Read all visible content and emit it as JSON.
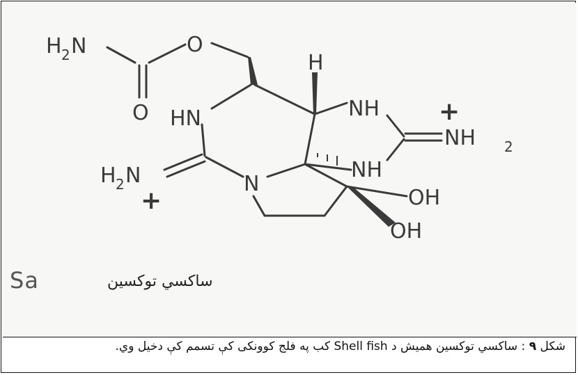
{
  "figure": {
    "atoms": {
      "h2n_left": "H",
      "h2n_left_sub": "2",
      "h2n_left_n": "N",
      "o_ester": "O",
      "o_carbonyl": "O",
      "h_top": "H",
      "nh_upper": "NH",
      "hn_left": "HN",
      "nh2_right_n": "NH",
      "nh2_right_sub": "2",
      "h2n_bottom": "H",
      "h2n_bottom_sub": "2",
      "h2n_bottom_n": "N",
      "n_ring": "N",
      "nh_lower": "NH",
      "oh_right": "OH",
      "oh_bottom": "OH",
      "plus_right": "+",
      "plus_left": "+"
    },
    "label_latin": "Sa",
    "label_pashto": "ساکسي توکسين"
  },
  "caption": {
    "prefix": "شکل",
    "number": "۹",
    "text": ": ساکسي توکسين هميش د Shell fish کب په فلج کوونکی کې تسمم کې دخيل وي."
  }
}
